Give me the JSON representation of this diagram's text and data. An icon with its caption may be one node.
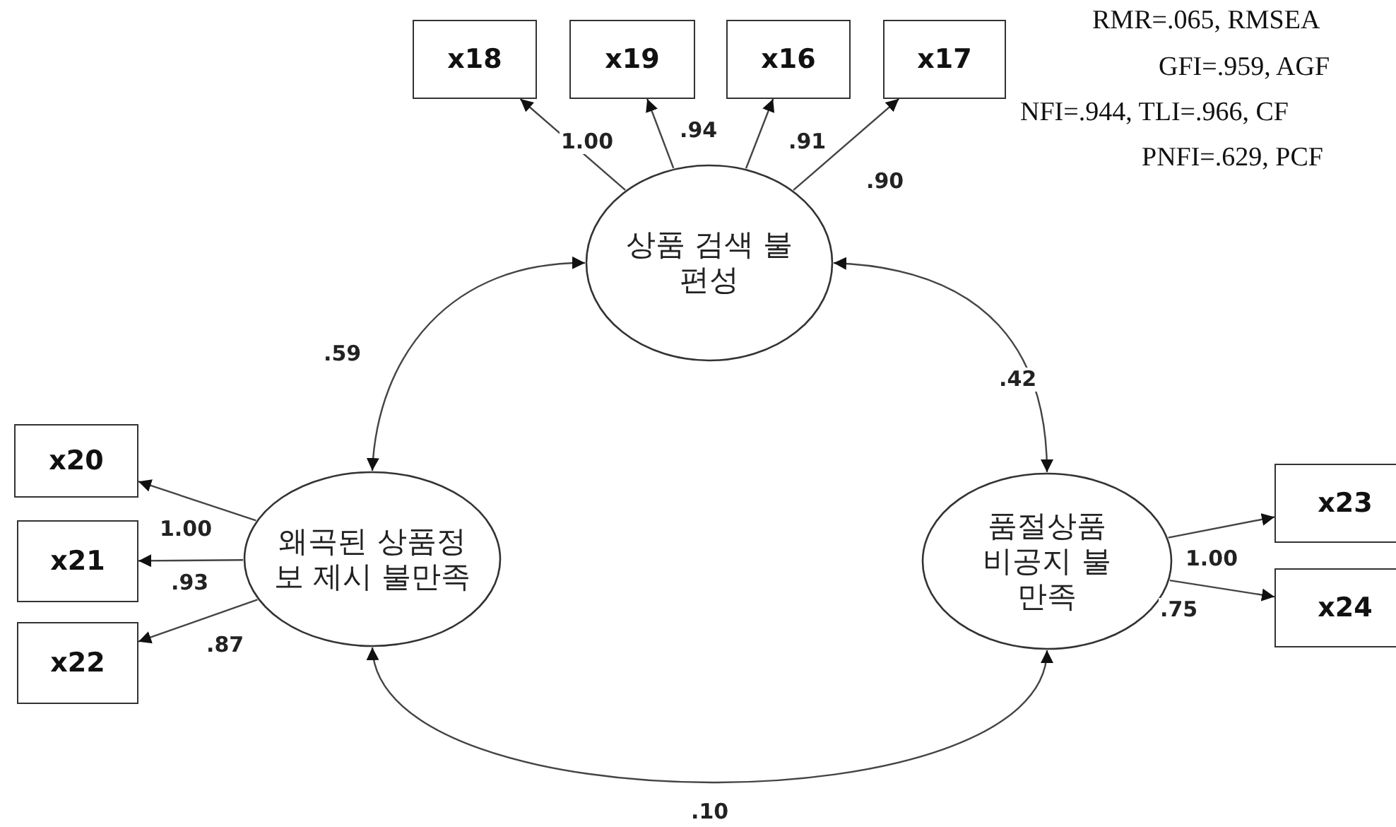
{
  "diagram": {
    "nodes": [
      {
        "text": [
          "x18"
        ]
      },
      {
        "text": [
          "x19"
        ]
      },
      {
        "text": [
          "x16"
        ]
      },
      {
        "text": [
          "x17"
        ]
      },
      {
        "text": [
          "상품 검색 불편성"
        ]
      },
      {
        "text": [
          "x20"
        ]
      },
      {
        "text": [
          "x21"
        ]
      },
      {
        "text": [
          "x22"
        ]
      },
      {
        "text": [
          "왜곡된 상품정보 제시 불만족"
        ]
      },
      {
        "text": [
          "품절상품 비공지 불만족"
        ]
      },
      {
        "text": [
          "x23"
        ]
      },
      {
        "text": [
          "x24"
        ]
      }
    ],
    "edges": [
      {
        "from": 4,
        "to": 0,
        "arrow": "to",
        "label": "1.00"
      },
      {
        "from": 4,
        "to": 1,
        "arrow": "to",
        "label": ".94"
      },
      {
        "from": 4,
        "to": 2,
        "arrow": "to",
        "label": ".91"
      },
      {
        "from": 4,
        "to": 3,
        "arrow": "to",
        "label": ".90"
      },
      {
        "from": 8,
        "to": 5,
        "arrow": "to",
        "label": "1.00"
      },
      {
        "from": 8,
        "to": 6,
        "arrow": "to",
        "label": ".93"
      },
      {
        "from": 8,
        "to": 7,
        "arrow": "to",
        "label": ".87"
      },
      {
        "from": 9,
        "to": 10,
        "arrow": "to",
        "label": "1.00"
      },
      {
        "from": 9,
        "to": 11,
        "arrow": "to",
        "label": ".75"
      },
      {
        "from": 8,
        "to": 4,
        "arrow": "both",
        "label": ".59"
      },
      {
        "from": 4,
        "to": 9,
        "arrow": "both",
        "label": ".42"
      },
      {
        "from": 8,
        "to": 9,
        "arrow": "both",
        "label": ".10"
      }
    ],
    "labels": [
      "RMR=.065, RMSEA",
      "GFI=.959, AGF",
      "NFI=.944, TLI=.966, CF",
      "PNFI=.629, PCF"
    ]
  }
}
